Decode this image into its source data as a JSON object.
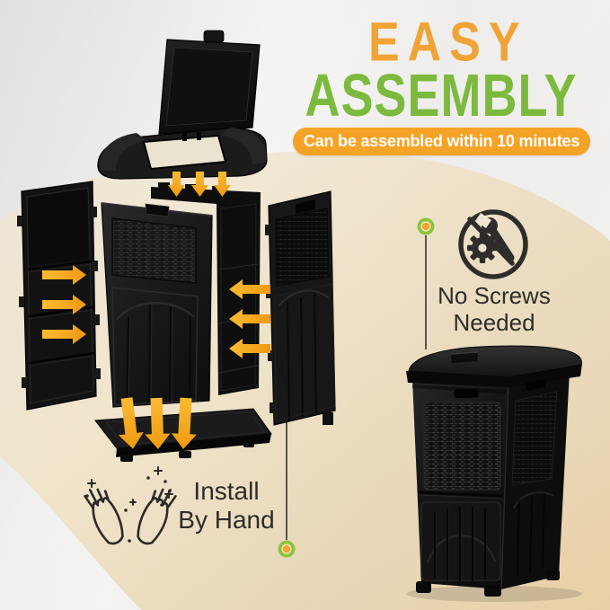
{
  "header": {
    "title_line1": "EASY",
    "title_line2": "ASSEMBLY",
    "banner_text": "Can be assembled within 10 minutes"
  },
  "callouts": {
    "no_screws": {
      "line1": "No Screws",
      "line2": "Needed",
      "icon": "no-screws-icon"
    },
    "install_by_hand": {
      "line1": "Install",
      "line2": "By Hand",
      "icon": "hands-icon"
    }
  },
  "diagram": {
    "type": "exploded-assembly",
    "parts": [
      "lid",
      "left-side-panel",
      "front-panel",
      "back-panel",
      "right-side-panel",
      "base"
    ],
    "arrow_groups": [
      {
        "direction": "down",
        "position": "lid-to-body",
        "count": 3
      },
      {
        "direction": "right",
        "position": "left-panel-to-body",
        "count": 3
      },
      {
        "direction": "left",
        "position": "right-panel-to-body",
        "count": 3
      },
      {
        "direction": "down",
        "position": "body-to-base",
        "count": 3
      }
    ]
  },
  "product": {
    "name": "assembled-outdoor-trash-can"
  },
  "colors": {
    "title-orange": "#F0A437",
    "title-green": "#7CBA3E",
    "banner-bg": "#F5A326",
    "banner-text": "#FFFFFF",
    "arrow-orange": "#F6A71F",
    "dark-text": "#2D2C2A",
    "beige": "#EDDCBD",
    "beige-light": "#F3EBDB",
    "beige-deep": "#EAD2AC",
    "white-bg": "#F2F1EF",
    "dot-green": "#8CC43C",
    "dot-orange": "#F3A52C",
    "line-color": "#1C1B19",
    "product-black": "#141414"
  }
}
